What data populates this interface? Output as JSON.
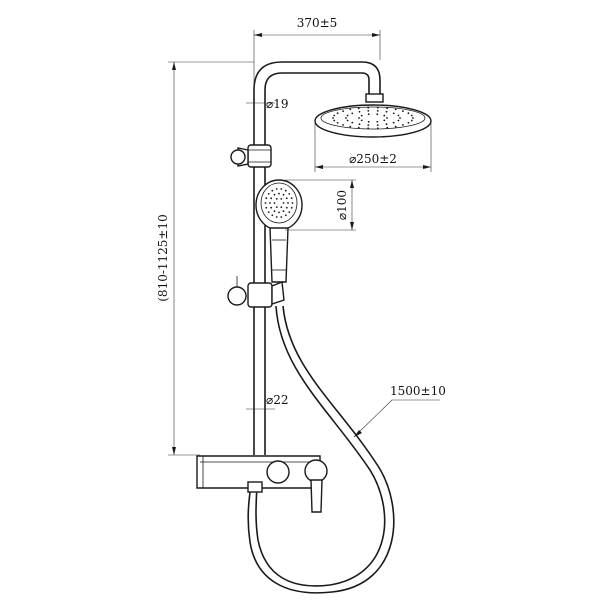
{
  "dimensions": {
    "arm_width": "370±5",
    "upper_pipe_dia": "⌀19",
    "head_dia": "⌀250±2",
    "hand_shower_dia": "⌀100",
    "height_range": "(810-1125±10",
    "lower_pipe_dia": "⌀22",
    "hose_length": "1500±10"
  },
  "colors": {
    "line": "#1a1a1a",
    "background": "#ffffff"
  }
}
